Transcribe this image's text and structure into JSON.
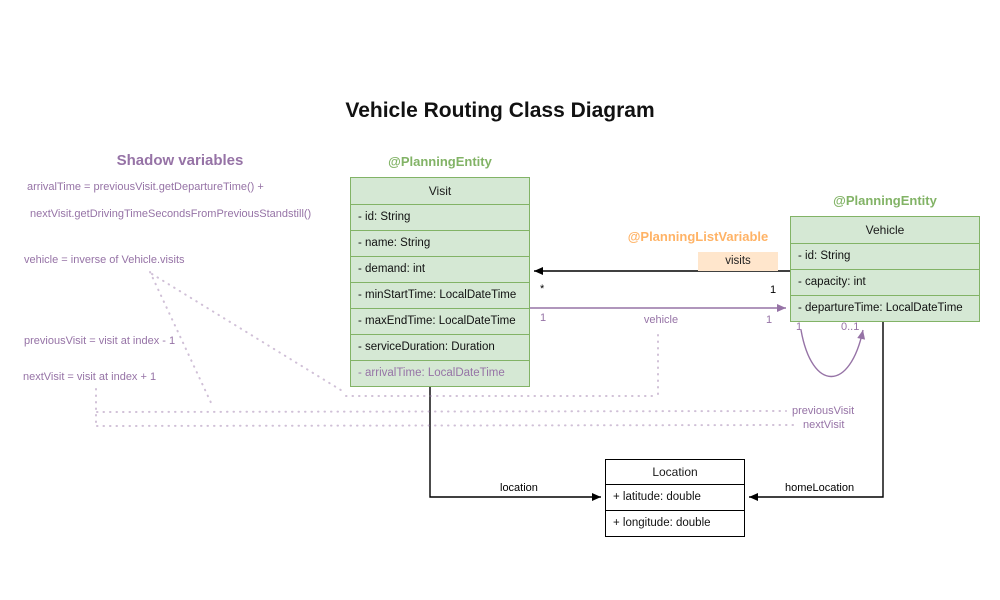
{
  "title": "Vehicle Routing Class Diagram",
  "colors": {
    "purple": "#9673a6",
    "green_text": "#82b366",
    "green_fill": "#d5e8d4",
    "orange_text": "#ffb366",
    "orange_fill": "#ffe6cc",
    "line_black": "#000000"
  },
  "shadow": {
    "heading": "Shadow variables",
    "lines": [
      "arrivalTime = previousVisit.getDepartureTime() +",
      "nextVisit.getDrivingTimeSecondsFromPreviousStandstill()",
      "vehicle = inverse of Vehicle.visits",
      "previousVisit = visit at index - 1",
      "nextVisit = visit at index + 1"
    ]
  },
  "visit": {
    "annotation": "@PlanningEntity",
    "name": "Visit",
    "fields": [
      "- id: String",
      "- name: String",
      "- demand: int",
      "- minStartTime: LocalDateTime",
      "- maxEndTime: LocalDateTime",
      "- serviceDuration: Duration"
    ],
    "shadow_field": "- arrivalTime: LocalDateTime"
  },
  "vehicle": {
    "annotation": "@PlanningEntity",
    "name": "Vehicle",
    "fields": [
      "- id: String",
      "- capacity: int",
      "- departureTime: LocalDateTime"
    ]
  },
  "location": {
    "name": "Location",
    "fields": [
      "+ latitude: double",
      "+ longitude: double"
    ]
  },
  "edges": {
    "visits": {
      "annotation": "@PlanningListVariable",
      "label": "visits",
      "source_mult": "1",
      "target_mult": "*"
    },
    "vehicle": {
      "label": "vehicle",
      "source_mult": "1",
      "target_mult": "1"
    },
    "chain": {
      "source_mult": "1",
      "target_mult": "0..1",
      "labels": [
        "previousVisit",
        "nextVisit"
      ]
    },
    "location": {
      "label": "location"
    },
    "home_location": {
      "label": "homeLocation"
    }
  }
}
